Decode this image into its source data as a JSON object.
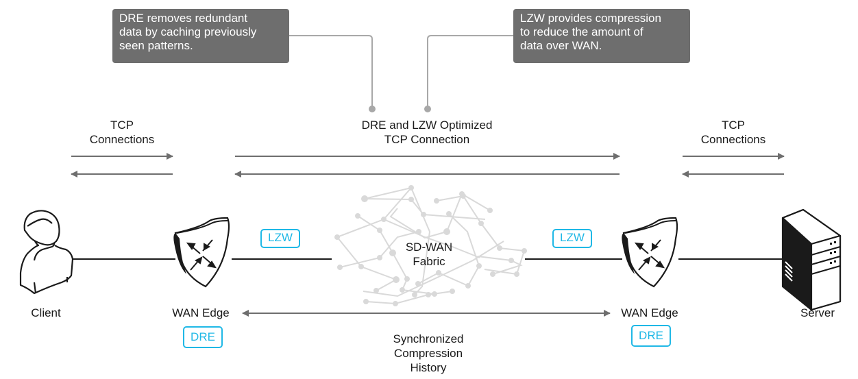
{
  "callouts": {
    "dre": {
      "line1": "DRE removes redundant",
      "line2": "data by caching previously",
      "line3": "seen patterns."
    },
    "lzw": {
      "line1": "LZW provides compression",
      "line2": "to reduce the amount of",
      "line3": "data over WAN."
    }
  },
  "connections": {
    "left_tcp": {
      "line1": "TCP",
      "line2": "Connections"
    },
    "center_optimized": {
      "line1": "DRE and LZW Optimized",
      "line2": "TCP Connection"
    },
    "right_tcp": {
      "line1": "TCP",
      "line2": "Connections"
    }
  },
  "nodes": {
    "client": {
      "label": "Client",
      "icon": "person-icon"
    },
    "wan_edge_left": {
      "label": "WAN Edge",
      "icon": "shield-router-icon"
    },
    "fabric": {
      "line1": "SD-WAN",
      "line2": "Fabric",
      "icon": "network-mesh-icon"
    },
    "wan_edge_right": {
      "label": "WAN Edge",
      "icon": "shield-router-icon"
    },
    "server": {
      "label": "Server",
      "icon": "server-tower-icon"
    }
  },
  "badges": {
    "lzw_left": "LZW",
    "lzw_right": "LZW",
    "dre_left": "DRE",
    "dre_right": "DRE"
  },
  "sync": {
    "line1": "Synchronized",
    "line2": "Compression",
    "line3": "History"
  },
  "colors": {
    "callout_bg": "#6e6e6e",
    "badge_accent": "#1fb8e6",
    "arrow": "#6e6e6e",
    "mesh": "#d9d9d9"
  }
}
